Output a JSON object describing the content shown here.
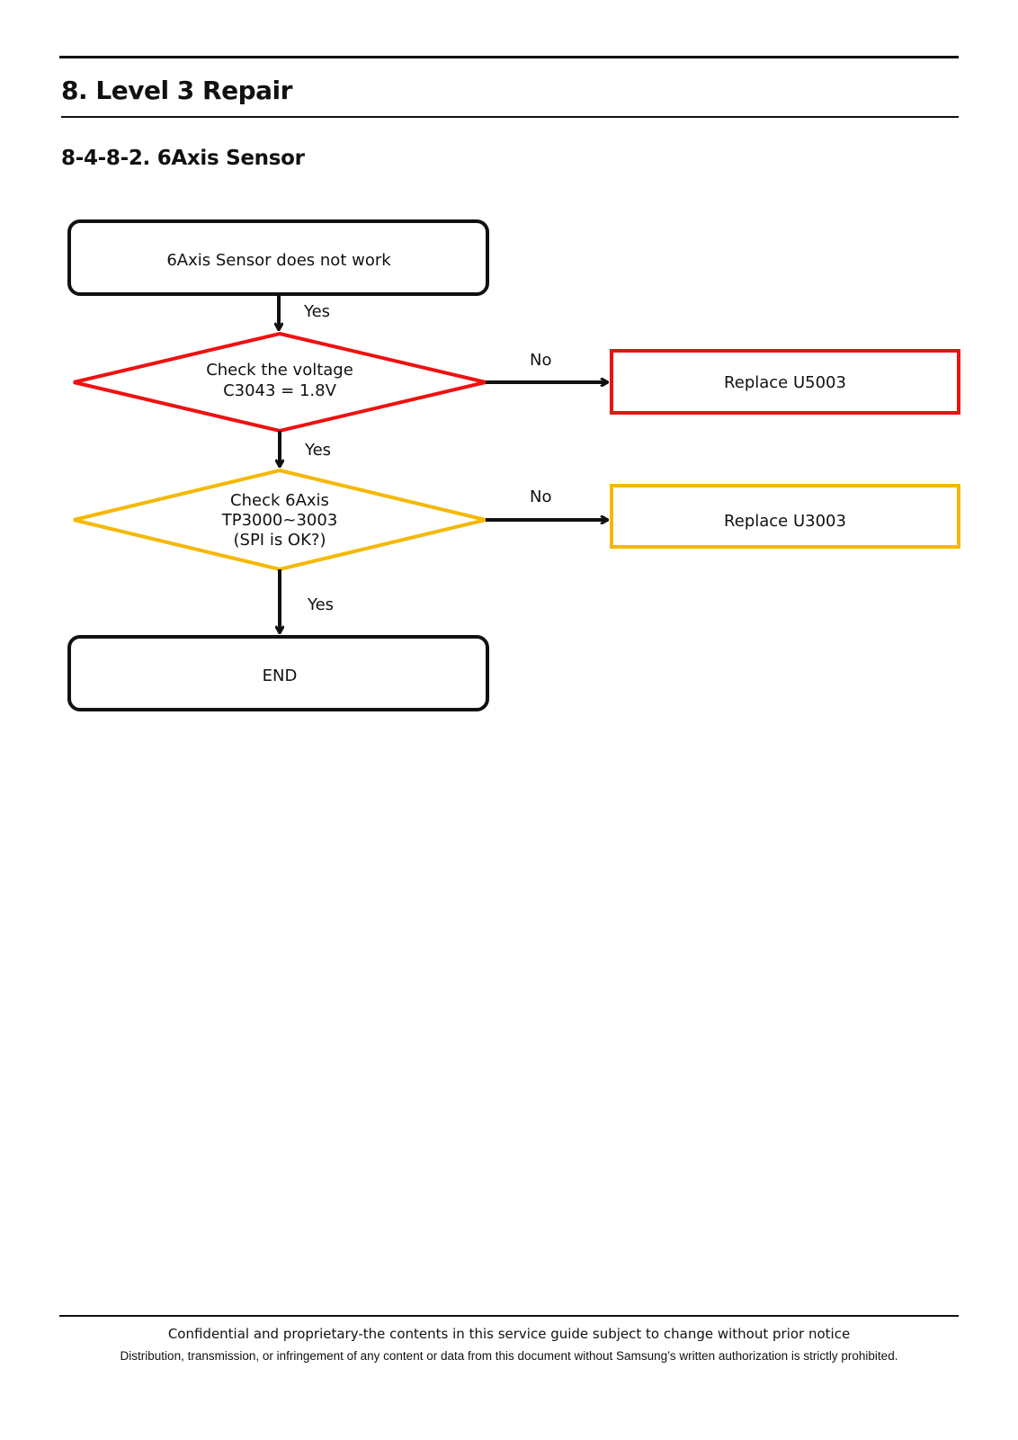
{
  "header": {
    "page_title": "8. Level 3 Repair",
    "section_title": "8-4-8-2. 6Axis Sensor"
  },
  "flowchart": {
    "nodes": {
      "start": {
        "label": "6Axis Sensor does not work"
      },
      "check_voltage": {
        "lines": [
          "Check the voltage",
          "C3043 = 1.8V"
        ],
        "color": "#ee1111"
      },
      "check_6axis": {
        "lines": [
          "Check 6Axis",
          "TP3000~3003",
          "(SPI is OK?)"
        ],
        "color": "#f5b800"
      },
      "replace_u5003": {
        "label": "Replace U5003",
        "color": "#ee1111"
      },
      "replace_u3003": {
        "label": "Replace U3003",
        "color": "#f5b800"
      },
      "end": {
        "label": "END"
      }
    },
    "edges": {
      "start_to_voltage": "Yes",
      "voltage_to_6axis": "Yes",
      "voltage_to_u5003": "No",
      "sixaxis_to_u3003": "No",
      "sixaxis_to_end": "Yes"
    }
  },
  "footer": {
    "line1": "Confidential and proprietary-the contents in this service guide subject to change without prior notice",
    "line2": "Distribution, transmission, or infringement of any content or data from this document without Samsung’s written authorization is strictly prohibited."
  }
}
